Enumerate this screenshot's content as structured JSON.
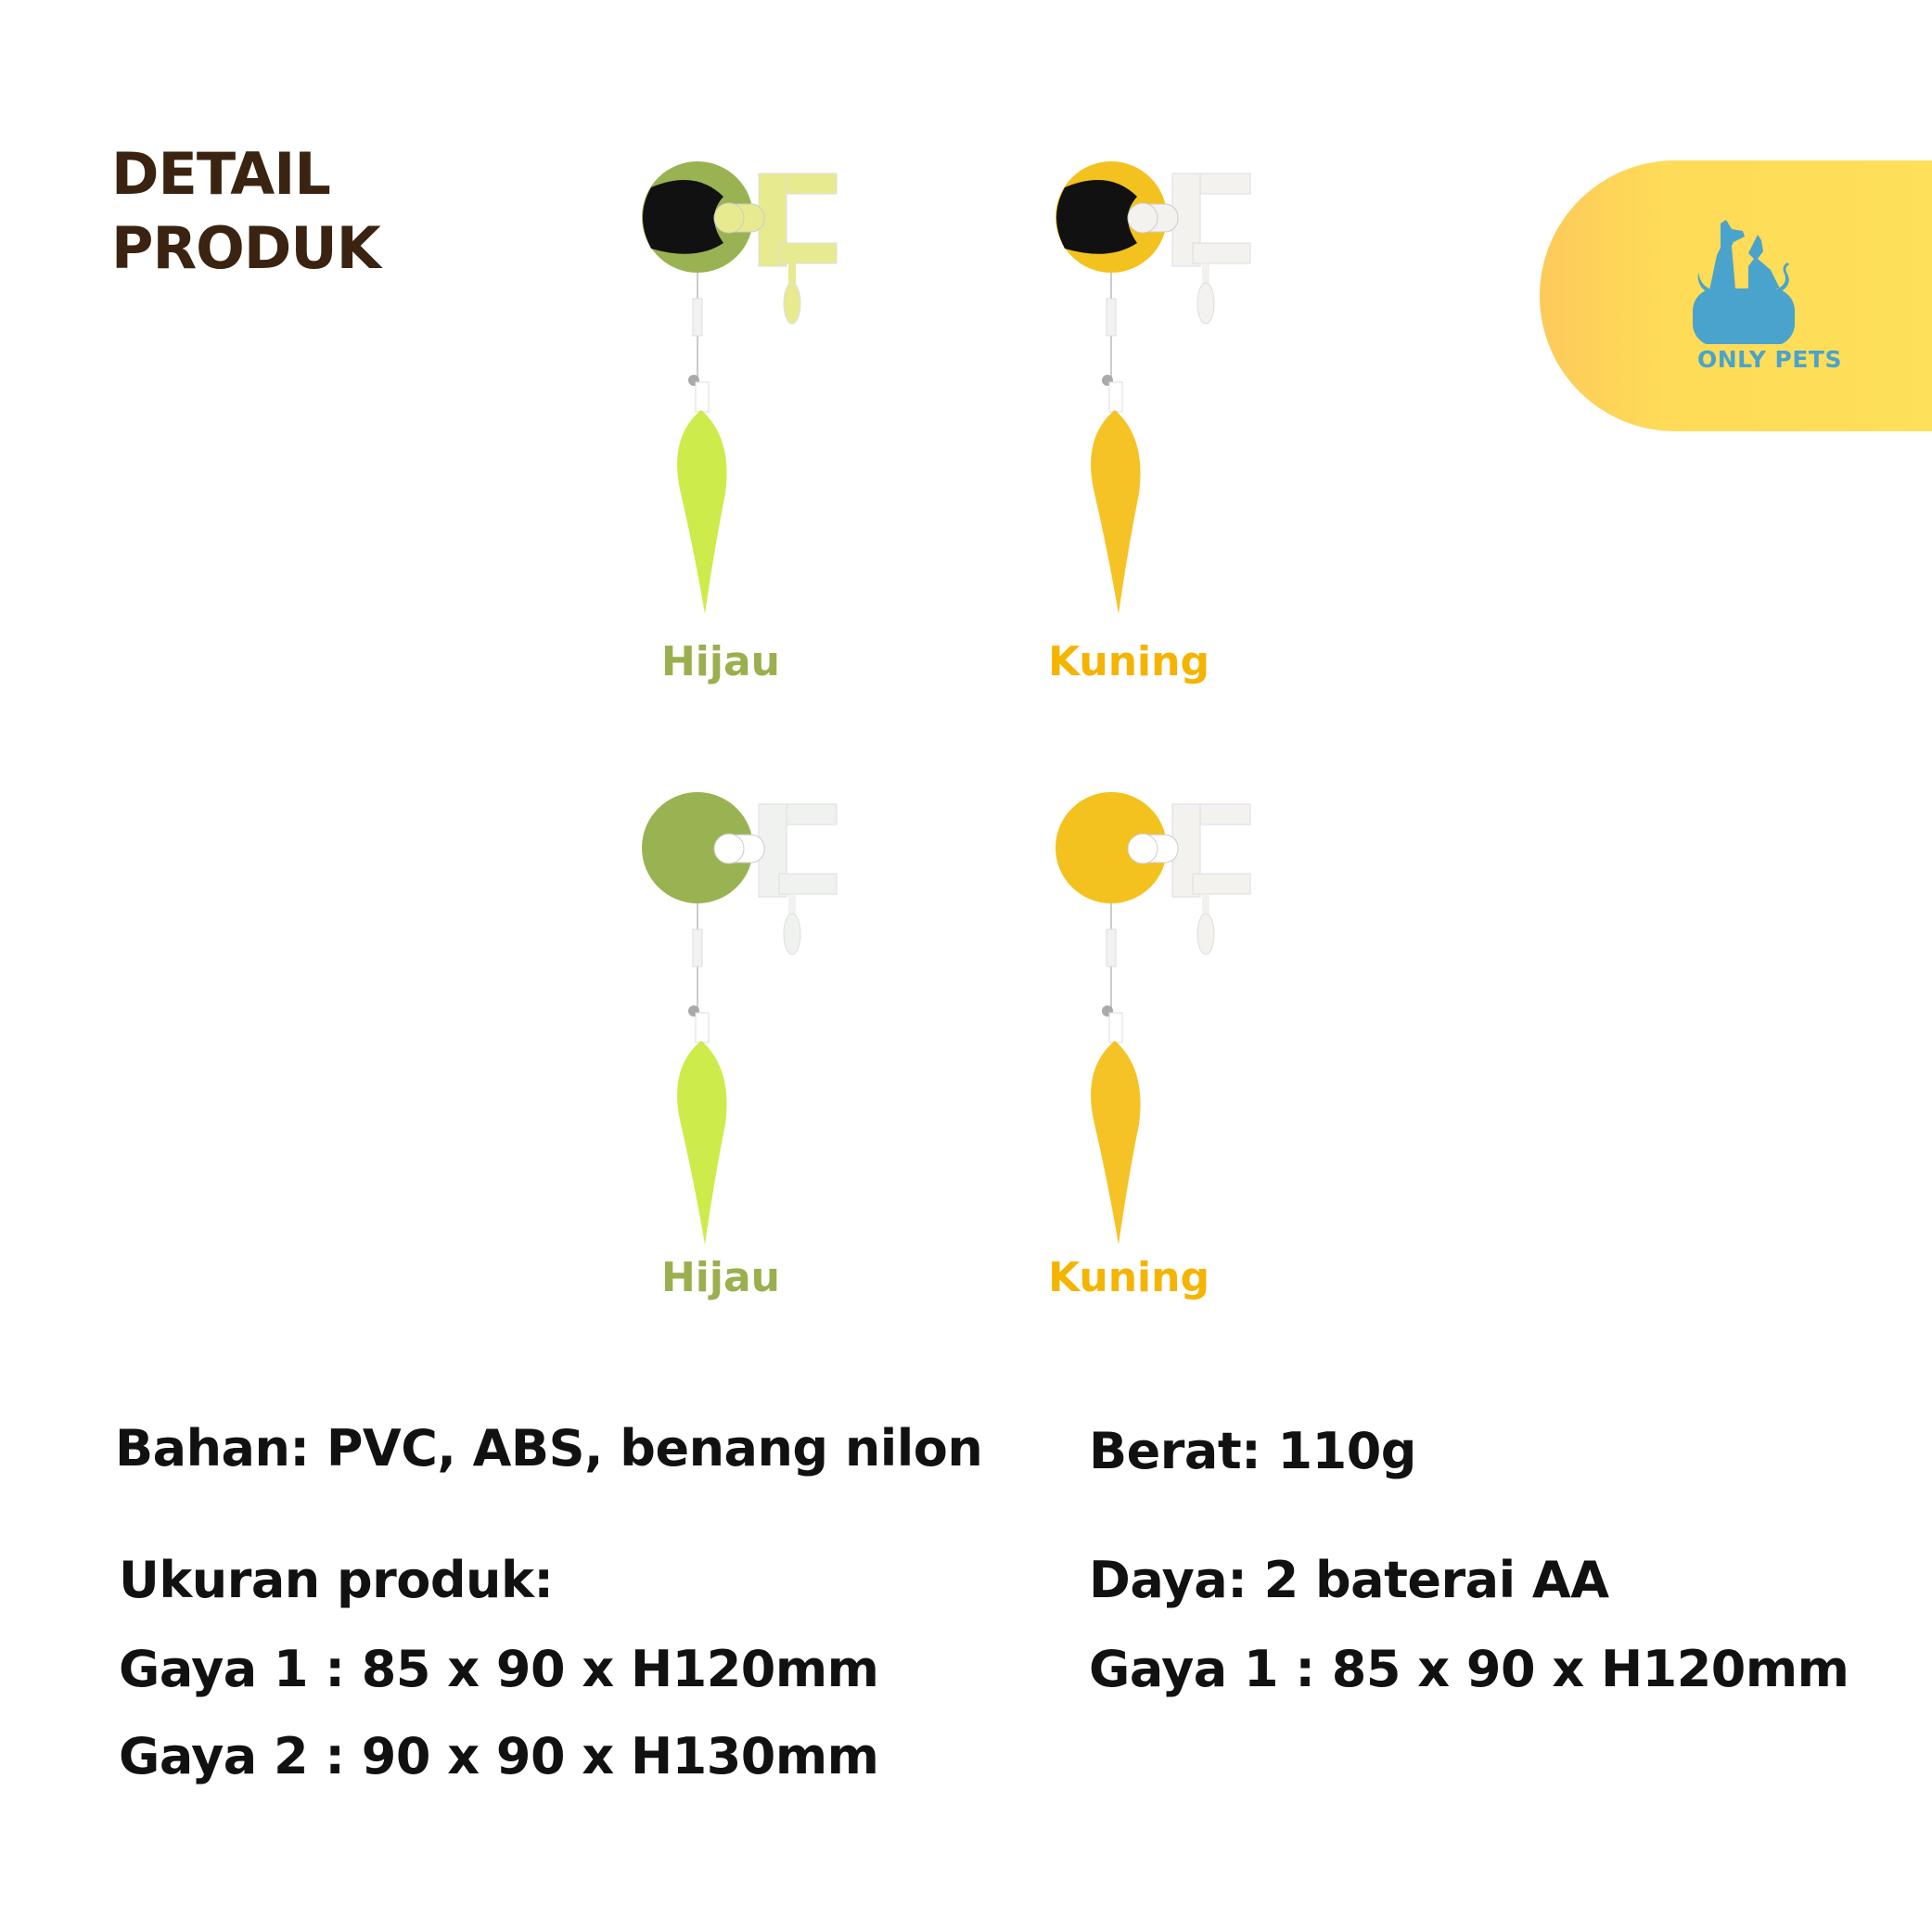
{
  "title": {
    "line1": "DETAIL",
    "line2": "PRODUK"
  },
  "brand": {
    "name": "ONLY PETS",
    "color": "#4aa3cc"
  },
  "variants": [
    {
      "label": "Hijau",
      "color": "#9aaf4e",
      "style": "Gaya 1"
    },
    {
      "label": "Kuning",
      "color": "#f5b400",
      "style": "Gaya 1"
    },
    {
      "label": "Hijau",
      "color": "#9aaf4e",
      "style": "Gaya 2"
    },
    {
      "label": "Kuning",
      "color": "#f5b400",
      "style": "Gaya 2"
    }
  ],
  "specs": {
    "material": "Bahan: PVC, ABS, benang nilon",
    "weight": "Berat: 110g",
    "size_heading": "Ukuran produk:",
    "size_style1": "Gaya 1 : 85 x 90 x H120mm",
    "size_style2": "Gaya 2 : 90 x 90 x H130mm",
    "power": "Daya: 2 baterai AA",
    "power_style1": "Gaya 1 : 85 x 90 x H120mm"
  }
}
